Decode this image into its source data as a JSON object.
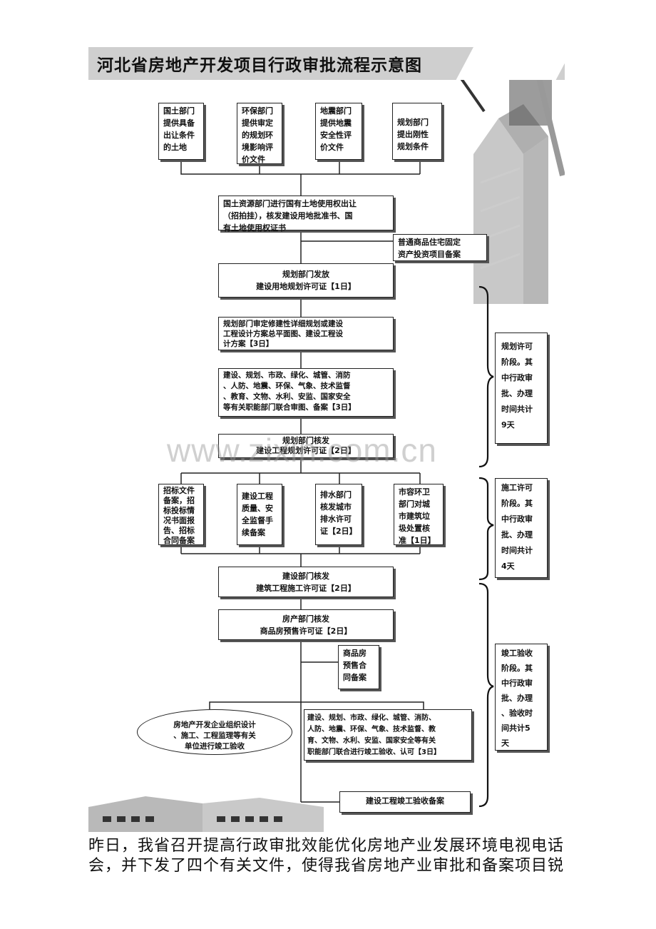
{
  "title": "河北省房地产开发项目行政审批流程示意图",
  "watermark": "www.zixin.com.cn",
  "nodes": {
    "land_dept": "国土部门\n提供具备\n出让条件\n的土地",
    "env_dept": "环保部门\n提供审定\n的规划环\n境影响评\n价文件",
    "quake_dept": "地震部门\n提供地震\n安全性评\n价文件",
    "plan_dept": "规划部门\n提出刚性\n规划条件",
    "land_transfer": "国土资源部门进行国有土地使用权出让\n（招拍挂），核发建设用地批准书、国\n有土地使用权证书",
    "investment_filing": "普通商品住宅固定\n资产投资项目备案",
    "land_use_permit": "规划部门发放\n建设用地规划许可证【1日】",
    "design_review": "规划部门审定修建性详细规划或建设\n工程设计方案总平面图、建设工程设\n计方案【3日】",
    "joint_review": "建设、规划、市政、绿化、城管、消防\n、人防、地震、环保、气象、技术监督\n、教育、文物、水利、安监、国家安全\n等有关职能部门联合审图、备案【3日】",
    "eng_plan_permit": "规划部门核发\n建设工程规划许可证【2日】",
    "tender_filing": "招标文件\n备案，招\n标投标情\n况书面报\n告、招标\n合同备案",
    "quality_filing": "建设工程\n质量、安\n全监督手\n续备案",
    "drainage_permit": "排水部门\n核发城市\n排水许可\n证【2日】",
    "waste_approval": "市容环卫\n部门对城\n市建筑垃\n圾处置核\n准【1日】",
    "construction_permit": "建设部门核发\n建筑工程施工许可证【2日】",
    "presale_permit": "房产部门核发\n商品房预售许可证【2日】",
    "presale_contract": "商品房\n预售合\n同备案",
    "developer_acceptance": "房地产开发企业组织设计\n、施工、工程监理等有关\n单位进行竣工验收",
    "joint_acceptance": "建设、规划、市政、绿化、城管、消防、\n人防、地震、环保、气象、技术监督、教\n育、文物、水利、安监、国家安全等有关\n职能部门联合进行竣工验收、认可【3日】",
    "completion_filing": "建设工程竣工验收备案"
  },
  "stages": {
    "planning": "规划许可\n阶段。其\n中行政审\n批、办理\n时间共计\n9天",
    "construction": "施工许可\n阶段。其\n中行政审\n批、办理\n时间共计\n4天",
    "completion": "竣工验收\n阶段。其\n中行政审\n批、办理\n、验收时\n间共计5\n天"
  },
  "caption": {
    "line1": "昨日，我省召开提高行政审批效能优化房地产业发展环境电视电话",
    "line2": "会，并下发了四个有关文件，使得我省房地产业审批和备案项目锐"
  }
}
